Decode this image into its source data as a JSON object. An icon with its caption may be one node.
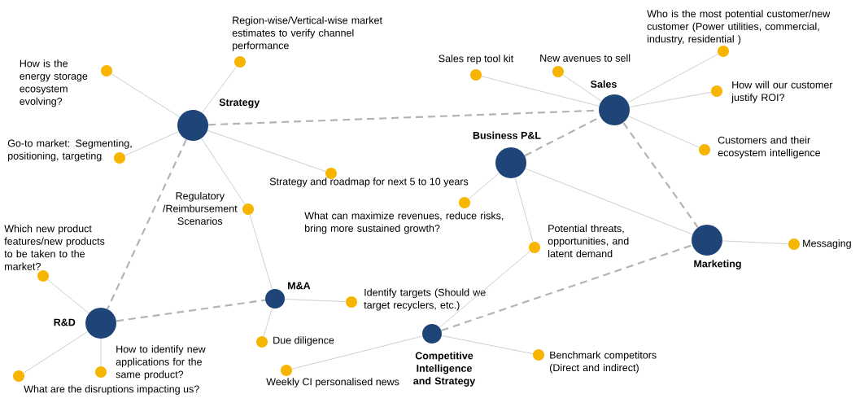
{
  "diagram": {
    "nodes": [
      {
        "text": [
          "Strategy"
        ]
      },
      {
        "text": [
          "Sales"
        ]
      },
      {
        "text": [
          "Business P&L"
        ]
      },
      {
        "text": [
          "Marketing"
        ]
      },
      {
        "text": [
          "M&A"
        ]
      },
      {
        "text": [
          "R&D"
        ]
      },
      {
        "text": [
          "Competitive Intelligence and Strategy"
        ]
      },
      {
        "text": [],
        "shape": "circle",
        "beside": [
          "How is the energy storage ecosystem evolving?"
        ]
      },
      {
        "text": [],
        "shape": "circle",
        "beside": [
          "Region-wise/Vertical-wise market estimates to verify channel performance"
        ]
      },
      {
        "text": [],
        "shape": "circle",
        "beside": [
          "Go-to market: Segmenting, positioning, targeting"
        ]
      },
      {
        "text": [],
        "shape": "circle",
        "beside": [
          "Strategy and roadmap for next 5 to 10 years"
        ]
      },
      {
        "text": [],
        "shape": "circle",
        "beside": [
          "Regulatory /Reimbursement Scenarios"
        ]
      },
      {
        "text": [],
        "shape": "circle",
        "beside": [
          "Which new product features/new products to be taken to the market?"
        ]
      },
      {
        "text": [],
        "shape": "circle",
        "beside": [
          "What are the disruptions impacting us?"
        ]
      },
      {
        "text": [],
        "shape": "circle",
        "beside": [
          "How to identify new applications for the same product?"
        ]
      },
      {
        "text": [],
        "shape": "circle",
        "beside": [
          "Identify targets (Should we target recyclers, etc.)"
        ]
      },
      {
        "text": [],
        "shape": "circle",
        "beside": [
          "Due diligence"
        ]
      },
      {
        "text": [],
        "shape": "circle",
        "beside": [
          "Weekly CI personalised news"
        ]
      },
      {
        "text": [],
        "shape": "circle",
        "beside": [
          "Benchmark competitors (Direct and indirect)"
        ]
      },
      {
        "text": [],
        "shape": "circle",
        "beside": [
          "Potential threats, opportunities, and latent demand"
        ]
      },
      {
        "text": [],
        "shape": "circle",
        "beside": [
          "What can maximize revenues, reduce risks, bring more sustained growth?"
        ]
      },
      {
        "text": [],
        "shape": "circle",
        "beside": [
          "Sales rep tool kit"
        ]
      },
      {
        "text": [],
        "shape": "circle",
        "beside": [
          "New avenues to sell"
        ]
      },
      {
        "text": [],
        "shape": "circle",
        "beside": [
          "Who is the most potential customer/new customer (Power utilities, commercial, industry, residential )"
        ]
      },
      {
        "text": [],
        "shape": "circle",
        "beside": [
          "How will our customer justify ROI?"
        ]
      },
      {
        "text": [],
        "shape": "circle",
        "beside": [
          "Customers and their ecosystem intelligence"
        ]
      },
      {
        "text": [],
        "shape": "circle",
        "beside": [
          "Messaging"
        ]
      }
    ],
    "edges": [
      {
        "from": 0,
        "to": 7,
        "arrow": "none"
      },
      {
        "from": 0,
        "to": 8,
        "arrow": "none"
      },
      {
        "from": 0,
        "to": 9,
        "arrow": "none"
      },
      {
        "from": 0,
        "to": 10,
        "arrow": "none"
      },
      {
        "from": 0,
        "to": 11,
        "arrow": "none"
      },
      {
        "from": 11,
        "to": 4,
        "arrow": "none"
      },
      {
        "from": 0,
        "to": 1,
        "arrow": "none",
        "style": "dashed"
      },
      {
        "from": 0,
        "to": 5,
        "arrow": "none",
        "style": "dashed"
      },
      {
        "from": 5,
        "to": 12,
        "arrow": "none"
      },
      {
        "from": 5,
        "to": 13,
        "arrow": "none"
      },
      {
        "from": 5,
        "to": 14,
        "arrow": "none"
      },
      {
        "from": 5,
        "to": 4,
        "arrow": "none",
        "style": "dashed"
      },
      {
        "from": 4,
        "to": 15,
        "arrow": "none"
      },
      {
        "from": 4,
        "to": 16,
        "arrow": "none"
      },
      {
        "from": 6,
        "to": 17,
        "arrow": "none"
      },
      {
        "from": 6,
        "to": 18,
        "arrow": "none"
      },
      {
        "from": 6,
        "to": 19,
        "arrow": "none"
      },
      {
        "from": 6,
        "to": 3,
        "arrow": "none",
        "style": "dashed"
      },
      {
        "from": 2,
        "to": 19,
        "arrow": "none"
      },
      {
        "from": 2,
        "to": 20,
        "arrow": "none"
      },
      {
        "from": 2,
        "to": 3,
        "arrow": "none"
      },
      {
        "from": 2,
        "to": 1,
        "arrow": "none",
        "style": "dashed"
      },
      {
        "from": 1,
        "to": 21,
        "arrow": "none"
      },
      {
        "from": 1,
        "to": 22,
        "arrow": "none"
      },
      {
        "from": 1,
        "to": 23,
        "arrow": "none"
      },
      {
        "from": 1,
        "to": 24,
        "arrow": "none"
      },
      {
        "from": 1,
        "to": 25,
        "arrow": "none"
      },
      {
        "from": 1,
        "to": 3,
        "arrow": "none",
        "style": "dashed"
      },
      {
        "from": 3,
        "to": 26,
        "arrow": "none"
      }
    ]
  }
}
